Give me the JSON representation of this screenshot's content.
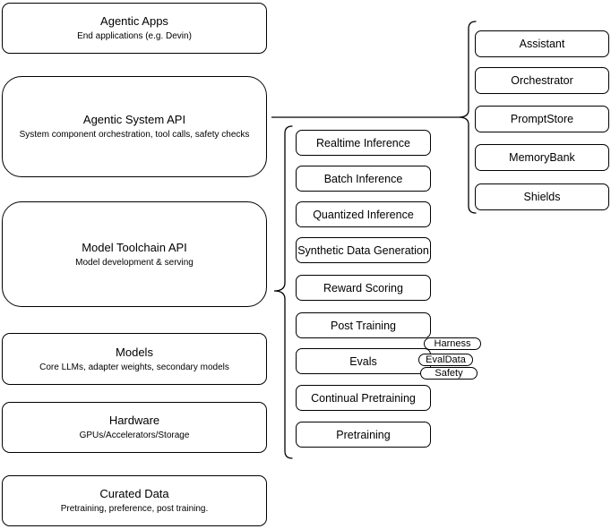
{
  "colors": {
    "stroke": "#000000",
    "fill": "#ffffff",
    "text": "#000000",
    "background": "#ffffff"
  },
  "left_stack": [
    {
      "title": "Agentic Apps",
      "subtitle": "End applications (e.g. Devin)"
    },
    {
      "title": "Agentic System API",
      "subtitle": "System component orchestration, tool calls, safety checks"
    },
    {
      "title": "Model Toolchain API",
      "subtitle": "Model development & serving"
    },
    {
      "title": "Models",
      "subtitle": "Core LLMs, adapter weights, secondary models"
    },
    {
      "title": "Hardware",
      "subtitle": "GPUs/Accelerators/Storage"
    },
    {
      "title": "Curated Data",
      "subtitle": "Pretraining, preference, post training."
    }
  ],
  "toolchain_items": [
    "Realtime Inference",
    "Batch Inference",
    "Quantized Inference",
    "Synthetic Data Generation",
    "Reward Scoring",
    "Post Training",
    "Evals",
    "Continual Pretraining",
    "Pretraining"
  ],
  "evals_tags": [
    "Harness",
    "EvalData",
    "Safety"
  ],
  "system_items": [
    "Assistant",
    "Orchestrator",
    "PromptStore",
    "MemoryBank",
    "Shields"
  ]
}
